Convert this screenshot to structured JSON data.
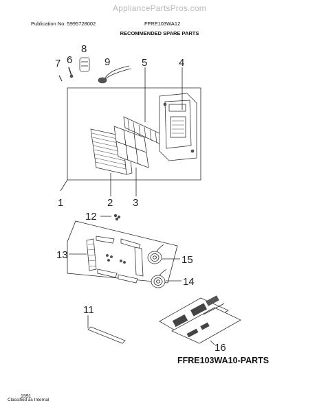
{
  "watermark": "AppliancePartsPros.com",
  "header": {
    "publication": "Publication No: 5995728002",
    "model": "FFRE103WA12",
    "title": "RECOMMENDED SPARE PARTS"
  },
  "callouts": [
    "1",
    "2",
    "3",
    "4",
    "5",
    "6",
    "7",
    "8",
    "9",
    "11",
    "12",
    "13",
    "14",
    "15",
    "16"
  ],
  "footer": {
    "parts_title": "FFRE103WA10-PARTS",
    "page_number": "1991",
    "classification": "Classified as Internal"
  }
}
